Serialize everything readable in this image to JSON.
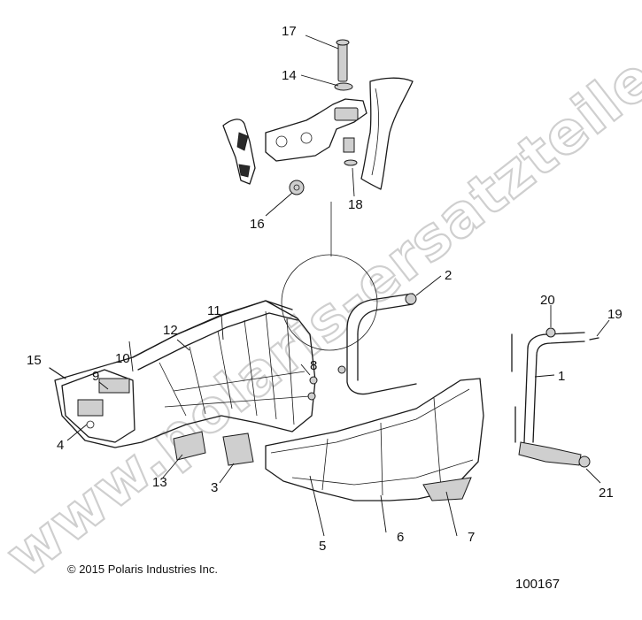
{
  "watermark": "www.polaris-ersatzteile.de",
  "copyright": "© 2015 Polaris Industries Inc.",
  "drawing_id": "100167",
  "callouts": [
    {
      "id": "c1",
      "label": "1"
    },
    {
      "id": "c2",
      "label": "2"
    },
    {
      "id": "c3",
      "label": "3"
    },
    {
      "id": "c4",
      "label": "4"
    },
    {
      "id": "c5",
      "label": "5"
    },
    {
      "id": "c6",
      "label": "6"
    },
    {
      "id": "c7",
      "label": "7"
    },
    {
      "id": "c8",
      "label": "8"
    },
    {
      "id": "c9",
      "label": "9"
    },
    {
      "id": "c10",
      "label": "10"
    },
    {
      "id": "c11",
      "label": "11"
    },
    {
      "id": "c12",
      "label": "12"
    },
    {
      "id": "c13",
      "label": "13"
    },
    {
      "id": "c14",
      "label": "14"
    },
    {
      "id": "c15",
      "label": "15"
    },
    {
      "id": "c16",
      "label": "16"
    },
    {
      "id": "c17",
      "label": "17"
    },
    {
      "id": "c18",
      "label": "18"
    },
    {
      "id": "c19",
      "label": "19"
    },
    {
      "id": "c20",
      "label": "20"
    },
    {
      "id": "c21",
      "label": "21"
    }
  ]
}
